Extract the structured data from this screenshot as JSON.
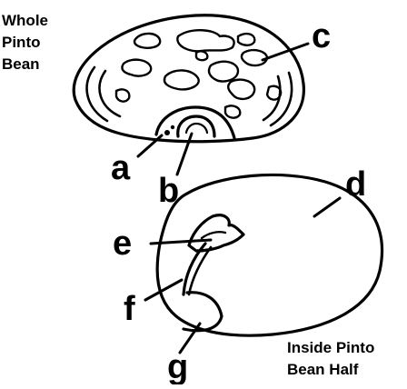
{
  "captions": {
    "whole_bean": [
      "Whole",
      "Pinto",
      "Bean"
    ],
    "inside_half": [
      "Inside Pinto",
      "Bean Half"
    ]
  },
  "labels": {
    "a": "a",
    "b": "b",
    "c": "c",
    "d": "d",
    "e": "e",
    "f": "f",
    "g": "g"
  }
}
